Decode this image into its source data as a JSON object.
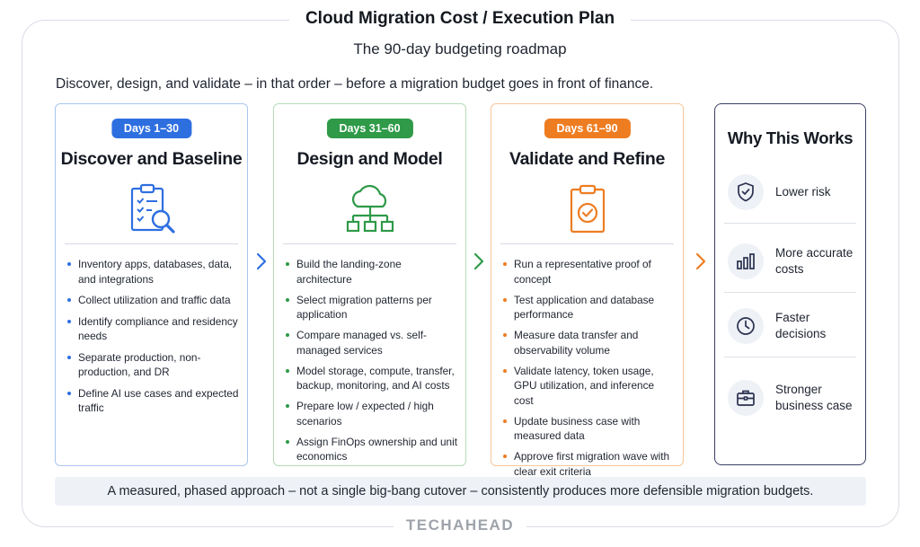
{
  "title": "Cloud Migration Cost / Execution Plan",
  "subtitle": "The 90-day budgeting roadmap",
  "intro": "Discover, design, and validate – in that order – before a migration budget goes in front of finance.",
  "phases": [
    {
      "days": "Days 1–30",
      "title": "Discover and Baseline",
      "icon": "clipboard-search-icon",
      "color": "#2e6fe0",
      "bullets": [
        "Inventory apps, databases, data, and integrations",
        "Collect utilization and traffic data",
        "Identify compliance and residency needs",
        "Separate production, non-production, and DR",
        "Define AI use cases and expected traffic"
      ]
    },
    {
      "days": "Days 31–60",
      "title": "Design and Model",
      "icon": "cloud-network-icon",
      "color": "#2f9a48",
      "bullets": [
        "Build the landing-zone architecture",
        "Select migration patterns per application",
        "Compare managed vs. self-managed services",
        "Model storage, compute, transfer, backup, monitoring, and AI costs",
        "Prepare low / expected / high scenarios",
        "Assign FinOps ownership and unit economics"
      ]
    },
    {
      "days": "Days 61–90",
      "title": "Validate and Refine",
      "icon": "clipboard-check-icon",
      "color": "#ee7d22",
      "bullets": [
        "Run a representative proof of concept",
        "Test application and database performance",
        "Measure data transfer and observability volume",
        "Validate latency, token usage, GPU utilization, and inference cost",
        "Update business case with measured data",
        "Approve first migration wave with clear exit criteria"
      ]
    }
  ],
  "why": {
    "title": "Why This Works",
    "items": [
      {
        "label": "Lower risk",
        "icon": "shield-check-icon"
      },
      {
        "label": "More accurate costs",
        "icon": "bar-chart-icon"
      },
      {
        "label": "Faster decisions",
        "icon": "clock-icon"
      },
      {
        "label": "Stronger business case",
        "icon": "briefcase-icon"
      }
    ]
  },
  "footer": "A measured, phased approach – not a single big-bang cutover – consistently produces more defensible migration budgets.",
  "brand": "TECHAHEAD"
}
